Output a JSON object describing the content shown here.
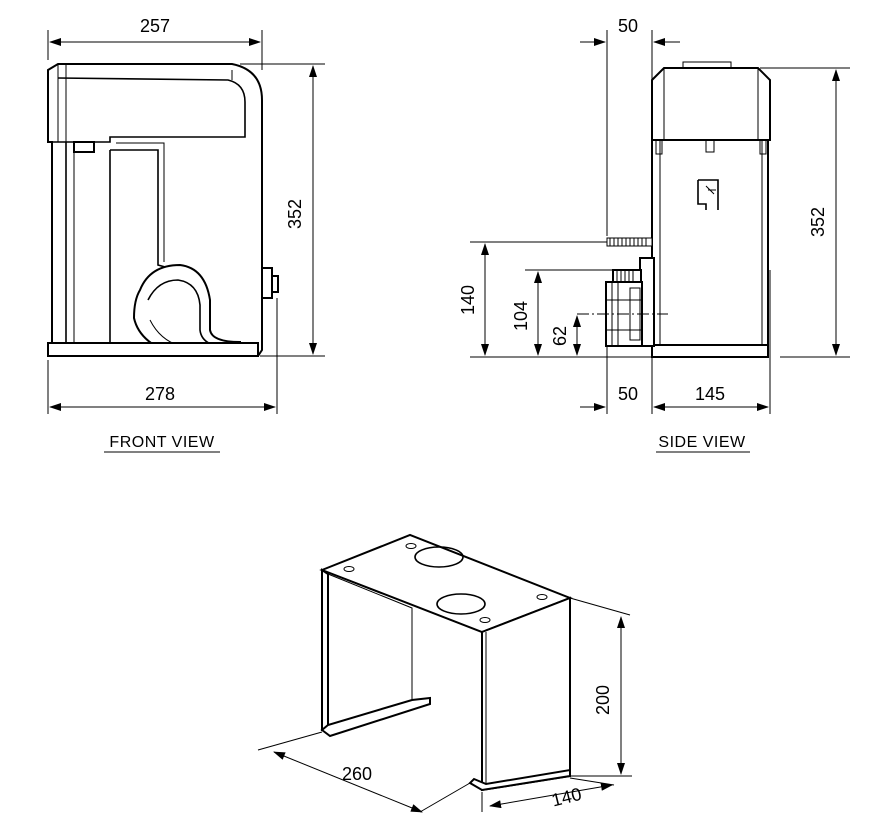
{
  "front_view": {
    "label": "FRONT VIEW",
    "dims": {
      "top_width": "257",
      "height": "352",
      "bottom_width": "278"
    }
  },
  "side_view": {
    "label": "SIDE VIEW",
    "dims": {
      "top_offset": "50",
      "height": "352",
      "h_140": "140",
      "h_104": "104",
      "h_62": "62",
      "bottom_offset": "50",
      "depth": "145"
    }
  },
  "bracket": {
    "dims": {
      "length": "260",
      "depth": "140",
      "height": "200"
    }
  }
}
